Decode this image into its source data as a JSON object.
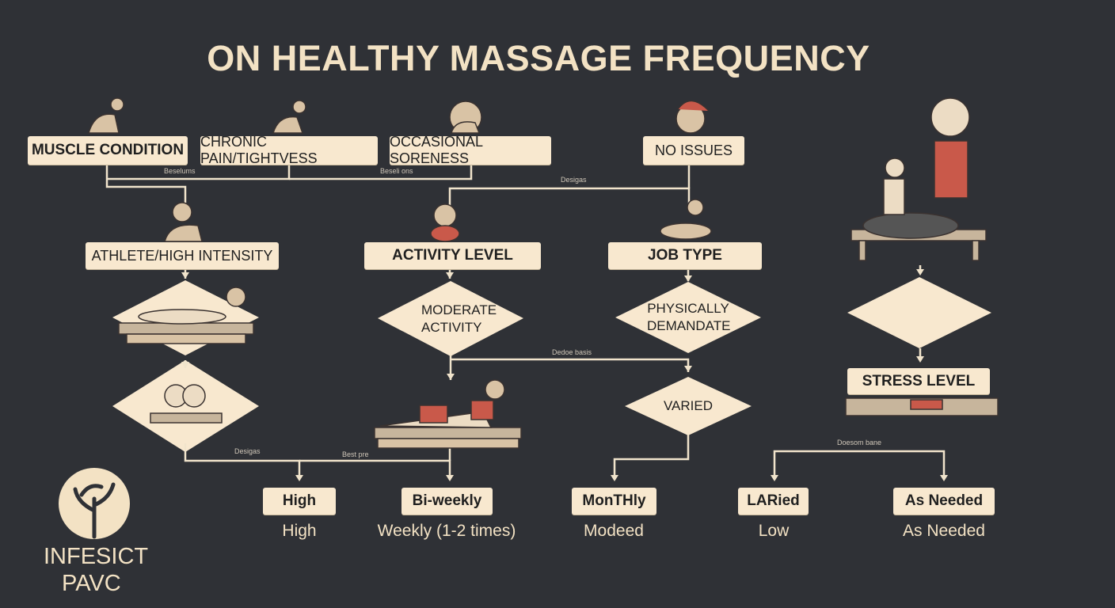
{
  "title": "ON HEALTHY MASSAGE FREQUENCY",
  "top_boxes": [
    "MUSCLE CONDITION",
    "CHRONIC PAIN/TIGHTVESS",
    "OCCASIONAL SORENESS",
    "NO ISSUES"
  ],
  "mid_boxes": [
    "ATHLETE/HIGH INTENSITY",
    "ACTIVITY LEVEL",
    "JOB TYPE"
  ],
  "diamonds": [
    "MODERATE ACTIVITY",
    "PHYSICALLY DEMANDATE",
    "VARIED"
  ],
  "stress_box": "STRESS LEVEL",
  "connector_labels": [
    "Beselums",
    "Beseli ons",
    "Desigas",
    "Dedoe basis",
    "Desigas",
    "Best pre",
    "Doesom bane"
  ],
  "outcomes": [
    {
      "box": "High",
      "label": "High"
    },
    {
      "box": "Bi-weekly",
      "label": "Weekly (1-2 times)"
    },
    {
      "box": "MonTHly",
      "label": "Modeed"
    },
    {
      "box": "LARied",
      "label": "Low"
    },
    {
      "box": "As Needed",
      "label": "As Needed"
    }
  ],
  "logo": {
    "line1": "INFESICT",
    "line2": "PAVC"
  },
  "colors": {
    "background": "#2f3136",
    "box": "#f8e8cf",
    "line": "#f1e4cc",
    "accent": "#c9594a"
  }
}
